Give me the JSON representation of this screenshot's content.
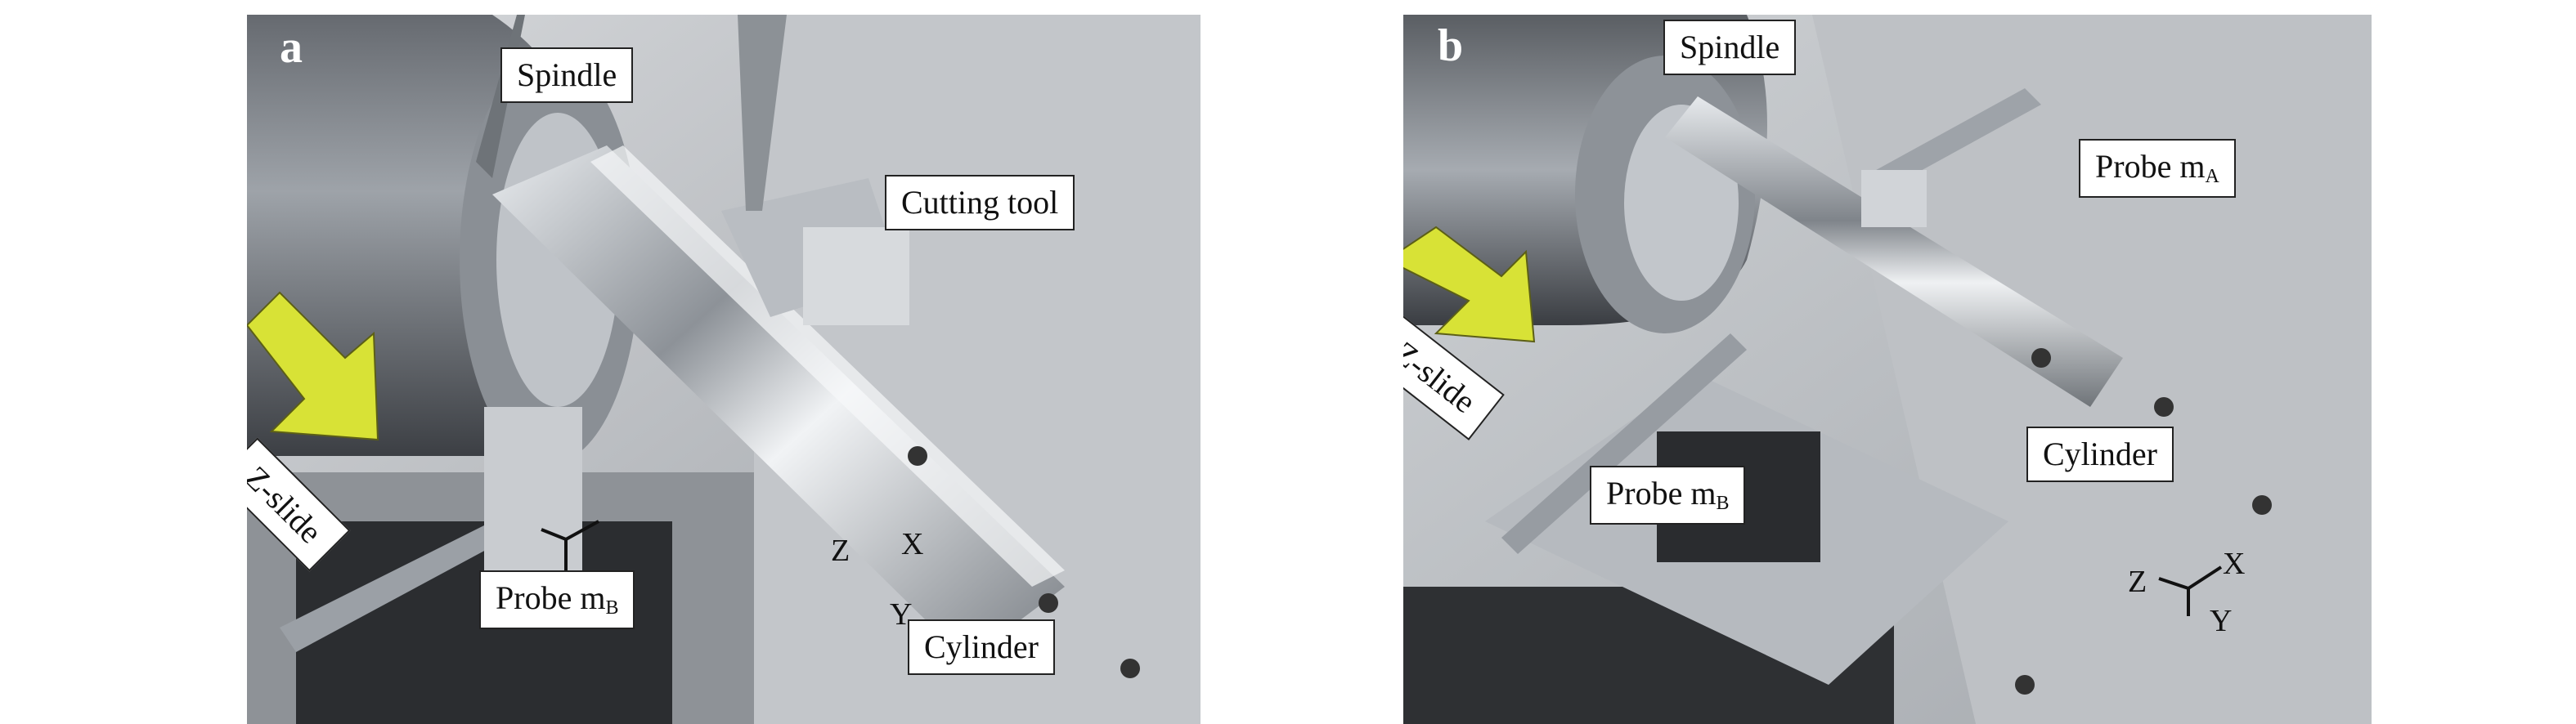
{
  "panels": [
    {
      "letter": "a",
      "labels": {
        "spindle": "Spindle",
        "cutting_tool": "Cutting tool",
        "z_slide": "Z-slide",
        "probe": "Probe m",
        "probe_sub": "B",
        "cylinder": "Cylinder"
      },
      "axes": {
        "x": "X",
        "y": "Y",
        "z": "Z"
      }
    },
    {
      "letter": "b",
      "labels": {
        "spindle": "Spindle",
        "probe_a": "Probe m",
        "probe_a_sub": "A",
        "z_slide": "Z-slide",
        "probe_b": "Probe m",
        "probe_b_sub": "B",
        "cylinder": "Cylinder"
      },
      "axes": {
        "x": "X",
        "y": "Y",
        "z": "Z"
      }
    }
  ],
  "colors": {
    "arrow": "#d8e236",
    "metal": "#a8adb3",
    "background": "#b8bbbf"
  }
}
